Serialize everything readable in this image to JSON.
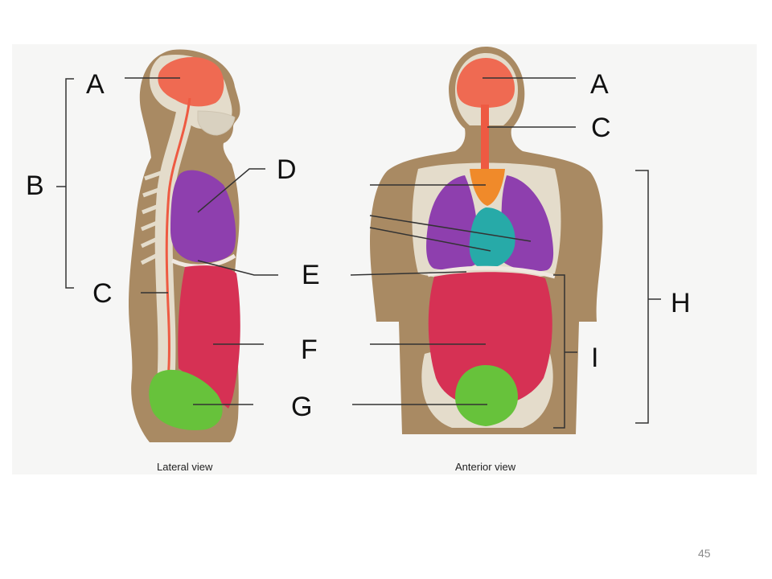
{
  "labels": {
    "lateral_a": "A",
    "lateral_b": "B",
    "lateral_c": "C",
    "d": "D",
    "e": "E",
    "f": "F",
    "g": "G",
    "anterior_a": "A",
    "anterior_c": "C",
    "h": "H",
    "i": "I"
  },
  "captions": {
    "lateral": "Lateral view",
    "anterior": "Anterior view"
  },
  "page_number": "45",
  "colors": {
    "background_panel": "#f6f6f5",
    "body": "#a98a63",
    "bone": "#e4dccb",
    "brain": "#ef6a52",
    "spinal_cord": "#ee5a42",
    "thoracic_organs": "#8e3fae",
    "heart": "#27aaa8",
    "thymus": "#f08a2a",
    "abdominal": "#d63154",
    "pelvic": "#67c23b",
    "leader_line": "#333333"
  }
}
